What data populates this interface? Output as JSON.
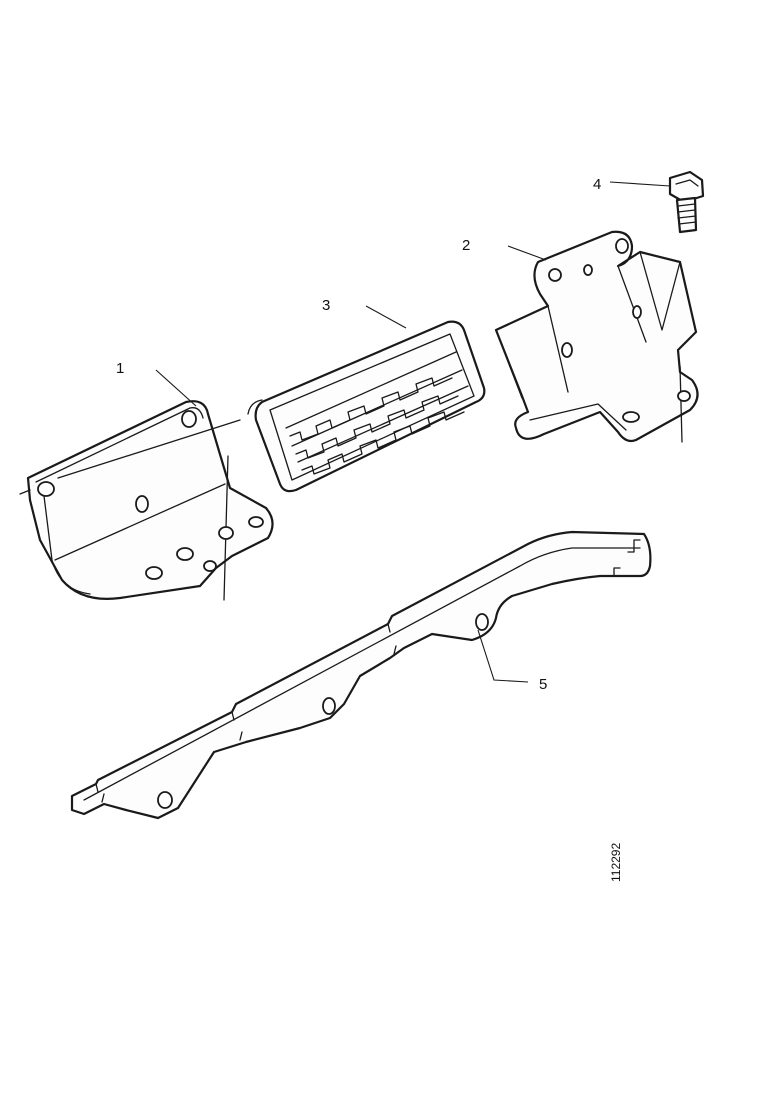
{
  "callouts": {
    "c1": "1",
    "c2": "2",
    "c3": "3",
    "c4": "4",
    "c5": "5"
  },
  "reference_number": "112292",
  "parts": [
    {
      "callout": "1",
      "icon": "mounting-plate-icon"
    },
    {
      "callout": "2",
      "icon": "bent-bracket-icon"
    },
    {
      "callout": "3",
      "icon": "fuse-box-icon"
    },
    {
      "callout": "4",
      "icon": "bolt-icon"
    },
    {
      "callout": "5",
      "icon": "support-rail-icon"
    }
  ],
  "colors": {
    "line": "#1a1a1a",
    "background": "#ffffff"
  }
}
